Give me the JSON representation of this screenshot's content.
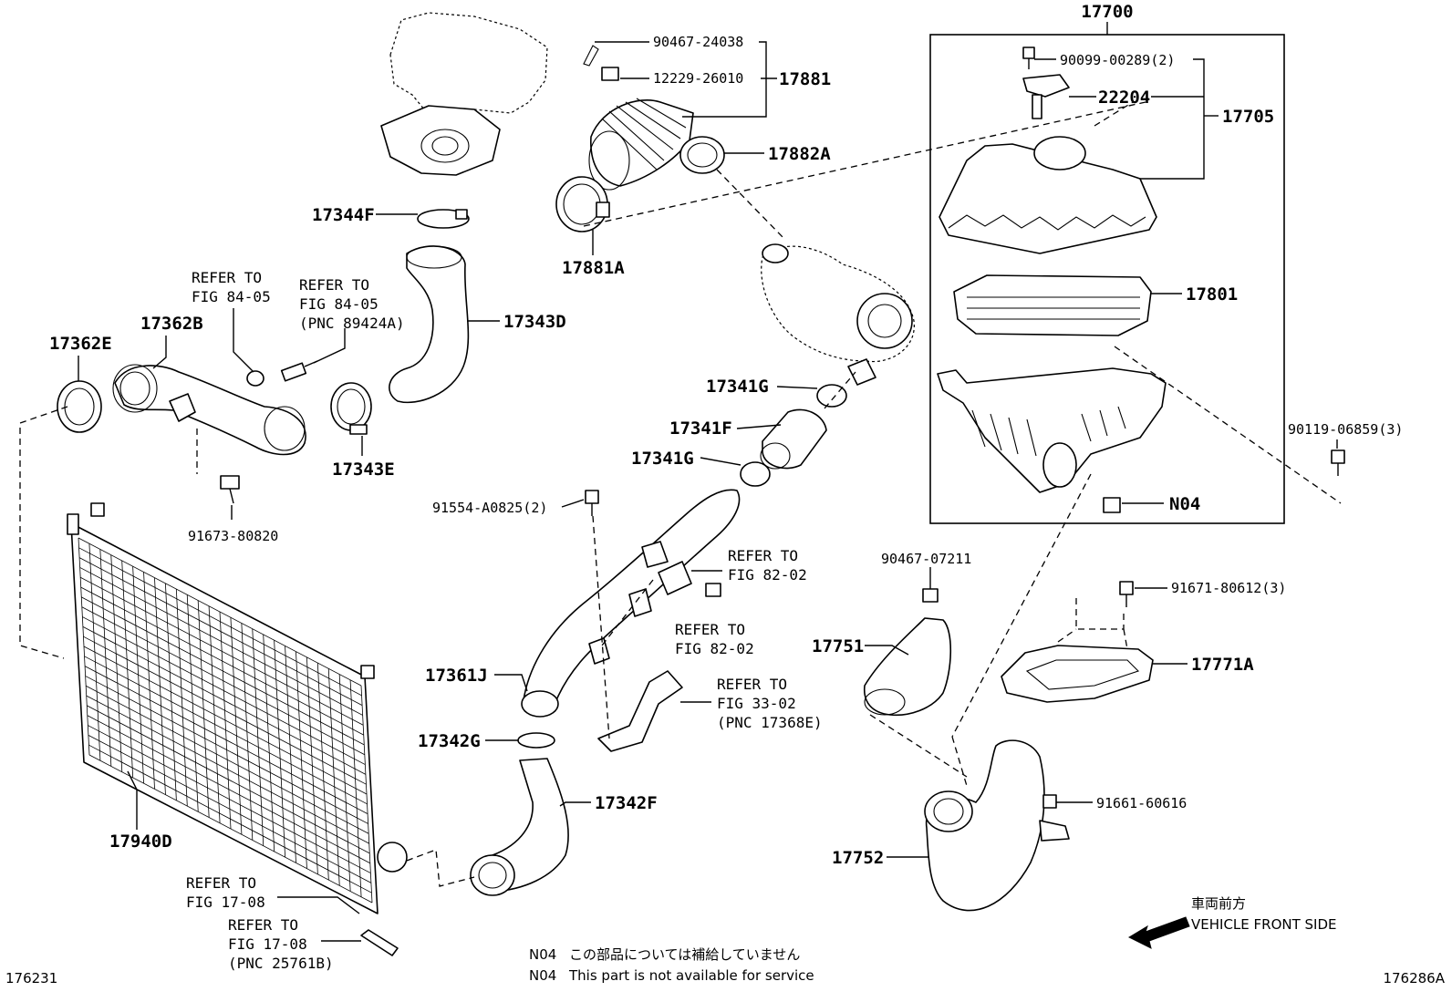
{
  "part_numbers": {
    "p17700": "17700",
    "p90467_24038": "90467-24038",
    "p12229_26010": "12229-26010",
    "p17881": "17881",
    "p90099_00289": "90099-00289(2)",
    "p22204": "22204",
    "p17705": "17705",
    "p17882A": "17882A",
    "p17344F": "17344F",
    "p17881A": "17881A",
    "p17801": "17801",
    "p17362B": "17362B",
    "p17362E": "17362E",
    "p17343D": "17343D",
    "p17343E": "17343E",
    "p91673_80820": "91673-80820",
    "p17341G_top": "17341G",
    "p17341F": "17341F",
    "p17341G_bottom": "17341G",
    "p90119_06859": "90119-06859(3)",
    "p91554_A0825": "91554-A0825(2)",
    "pN04": "N04",
    "p90467_07211": "90467-07211",
    "p91671_80612": "91671-80612(3)",
    "p17751": "17751",
    "p17771A": "17771A",
    "p17361J": "17361J",
    "p17342G": "17342G",
    "p17342F": "17342F",
    "p17940D": "17940D",
    "p91661_60616": "91661-60616",
    "p17752": "17752"
  },
  "references": {
    "ref_84_05_a": [
      "REFER TO",
      "FIG 84-05"
    ],
    "ref_84_05_b": [
      "REFER TO",
      "FIG 84-05",
      "(PNC 89424A)"
    ],
    "ref_82_02_a": [
      "REFER TO",
      "FIG 82-02"
    ],
    "ref_82_02_b": [
      "REFER TO",
      "FIG 82-02"
    ],
    "ref_33_02": [
      "REFER TO",
      "FIG 33-02",
      "(PNC 17368E)"
    ],
    "ref_17_08_a": [
      "REFER TO",
      "FIG 17-08"
    ],
    "ref_17_08_b": [
      "REFER TO",
      "FIG 17-08",
      "(PNC 25761B)"
    ]
  },
  "direction": {
    "japanese": "車両前方",
    "english": "VEHICLE FRONT SIDE"
  },
  "notes": {
    "n04_code_1": "N04",
    "n04_japanese": "この部品については補給していません",
    "n04_code_2": "N04",
    "n04_english": "This part is not available for service"
  },
  "figure_ids": {
    "left": "176231",
    "right": "176286A"
  }
}
